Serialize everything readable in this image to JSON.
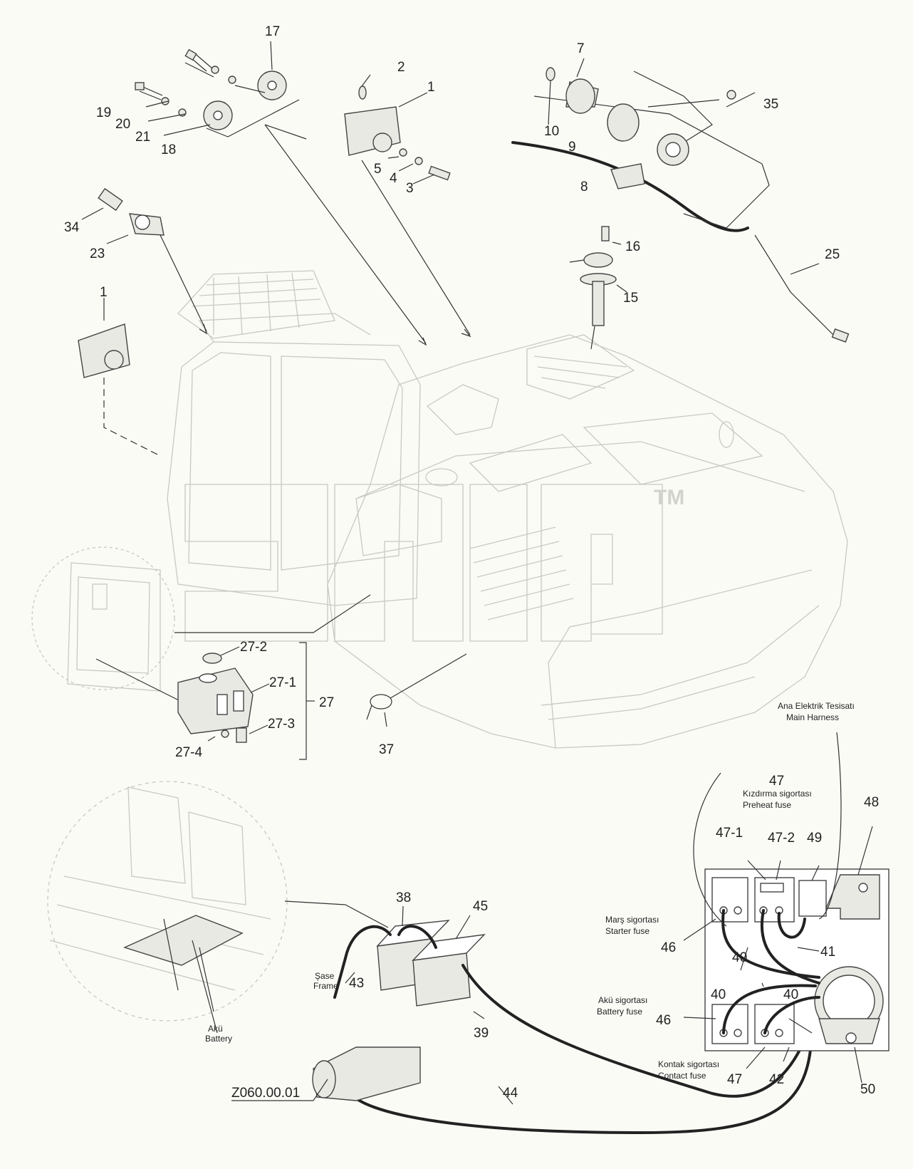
{
  "labels": {
    "p1": "1",
    "p2": "2",
    "p3": "3",
    "p4": "4",
    "p5": "5",
    "p7": "7",
    "p8": "8",
    "p9": "9",
    "p10": "10",
    "p15": "15",
    "p16": "16",
    "p17": "17",
    "p18": "18",
    "p19": "19",
    "p20": "20",
    "p21": "21",
    "p23": "23",
    "p25": "25",
    "p27": "27",
    "p27_1": "27-1",
    "p27_2": "27-2",
    "p27_3": "27-3",
    "p27_4": "27-4",
    "p34": "34",
    "p35": "35",
    "p37": "37",
    "p38": "38",
    "p39": "39",
    "p40": "40",
    "p41": "41",
    "p42": "42",
    "p43": "43",
    "p44": "44",
    "p45": "45",
    "p46": "46",
    "p47": "47",
    "p47_1": "47-1",
    "p47_2": "47-2",
    "p48": "48",
    "p49": "49",
    "p50": "50",
    "ref": "Z060.00.01"
  },
  "captions": {
    "main_harness_tr": "Ana Elektrik Tesisatı",
    "main_harness_en": "Main Harness",
    "preheat_tr": "Kızdırma sigortası",
    "preheat_en": "Preheat fuse",
    "starter_tr": "Marş sigortası",
    "starter_en": "Starter fuse",
    "battery_fuse_tr": "Akü sigortası",
    "battery_fuse_en": "Battery fuse",
    "contact_tr": "Kontak sigortası",
    "contact_en": "Contact fuse",
    "frame_tr": "Şase",
    "frame_en": "Frame",
    "battery_tr": "Akü",
    "battery_en": "Battery"
  },
  "watermark": "TM",
  "colors": {
    "ink": "#222222",
    "ghost": "#c9c9c2",
    "background": "#fbfbf6"
  }
}
